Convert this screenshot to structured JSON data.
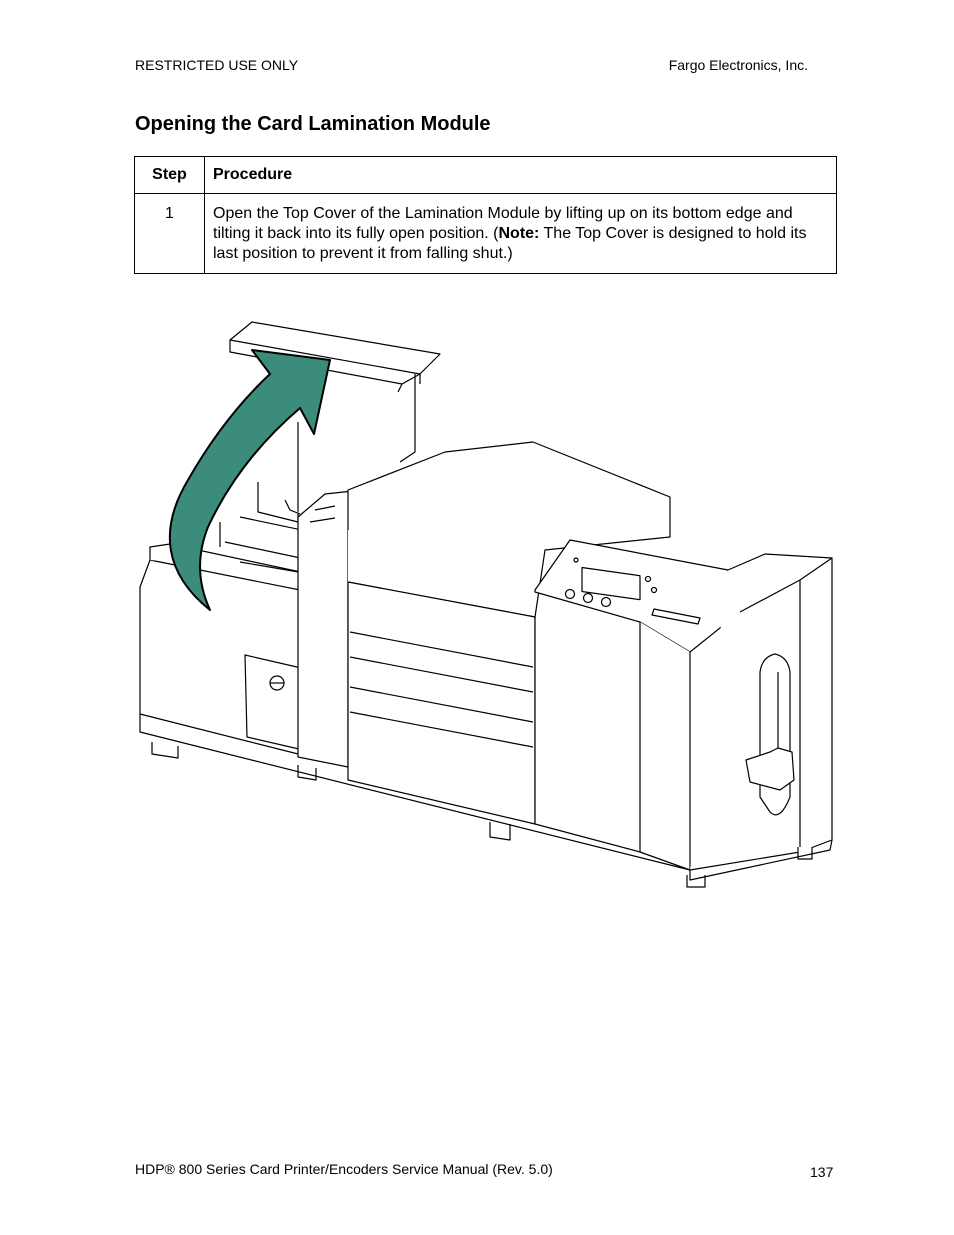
{
  "header": {
    "left": "RESTRICTED USE ONLY",
    "right": "Fargo Electronics, Inc."
  },
  "section_title": "Opening the Card Lamination Module",
  "table": {
    "headers": [
      "Step",
      "Procedure"
    ],
    "rows": [
      {
        "step": "1",
        "text_before": "Open the Top Cover of the Lamination Module by lifting up on its bottom edge and tilting it back into its fully open position. (",
        "note_label": "Note:",
        "text_after": "  The Top Cover is designed to hold its last position to prevent it from falling shut.)"
      }
    ]
  },
  "illustration": {
    "subject": "printer-with-lamination-module-cover-open",
    "arrow_color": "#3c8c7c"
  },
  "footer": {
    "left": "HDP® 800 Series Card Printer/Encoders Service Manual (Rev. 5.0)",
    "page_number": "137"
  }
}
